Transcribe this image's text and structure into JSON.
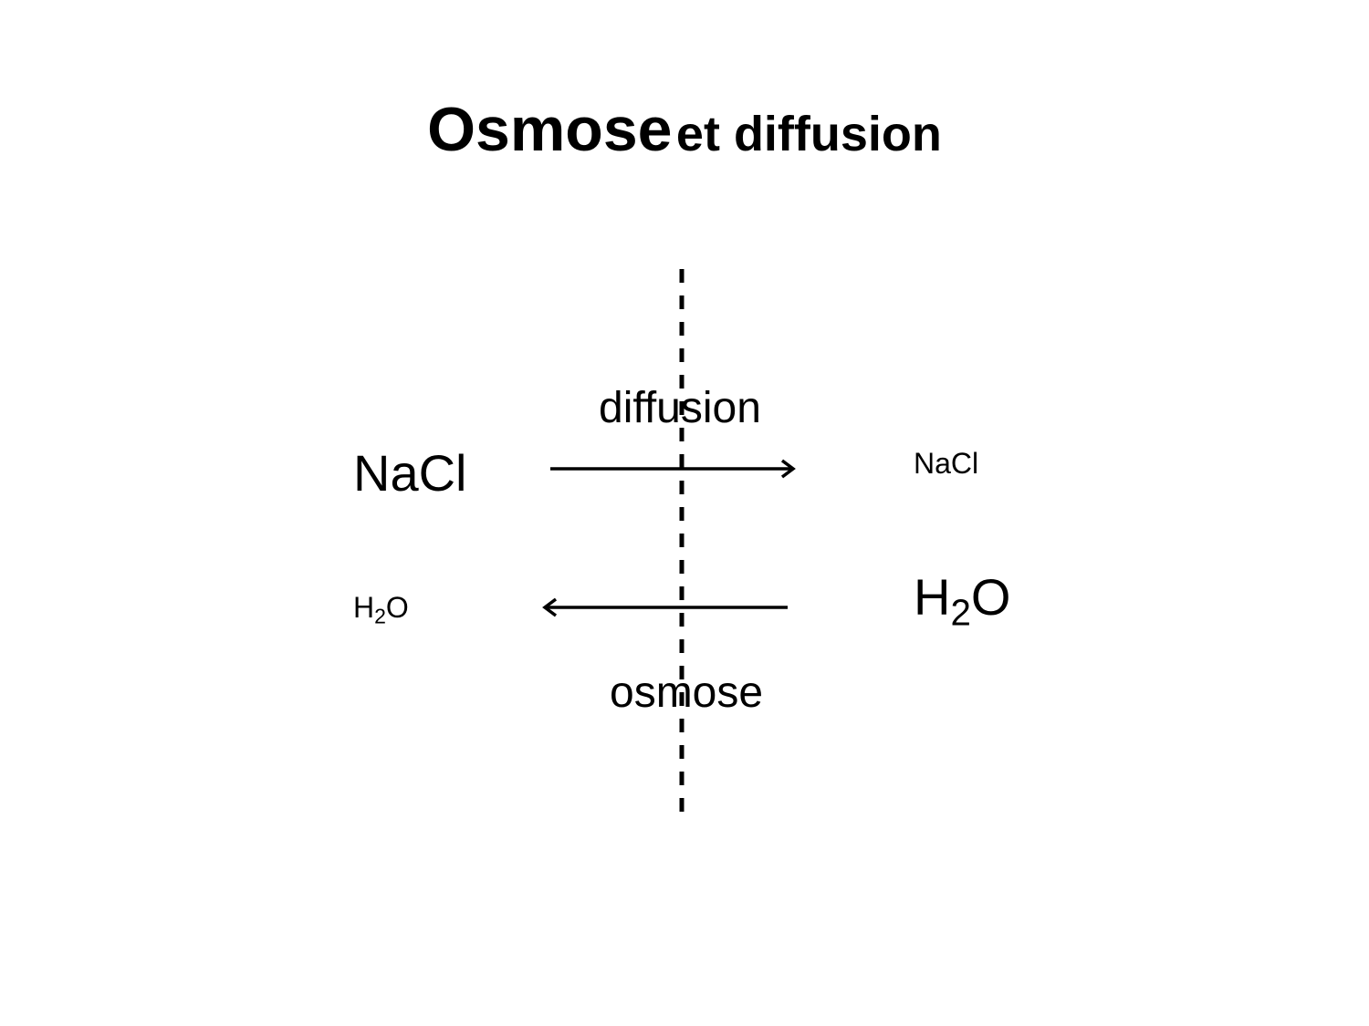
{
  "slide": {
    "title": {
      "main": "Osmose",
      "rest": "et diffusion"
    },
    "diagram": {
      "membrane": {
        "style": "dashed",
        "color": "#000000"
      },
      "top_process": {
        "label": "diffusion",
        "direction": "left-to-right"
      },
      "bottom_process": {
        "label": "osmose",
        "direction": "right-to-left"
      },
      "left_side": {
        "solute": {
          "prefix": "NaCl",
          "size": "large"
        },
        "water": {
          "prefix": "H",
          "sub": "2",
          "suffix": "O",
          "size": "small"
        }
      },
      "right_side": {
        "solute": {
          "prefix": "NaCl",
          "size": "small"
        },
        "water": {
          "prefix": "H",
          "sub": "2",
          "suffix": "O",
          "size": "large"
        }
      }
    }
  }
}
